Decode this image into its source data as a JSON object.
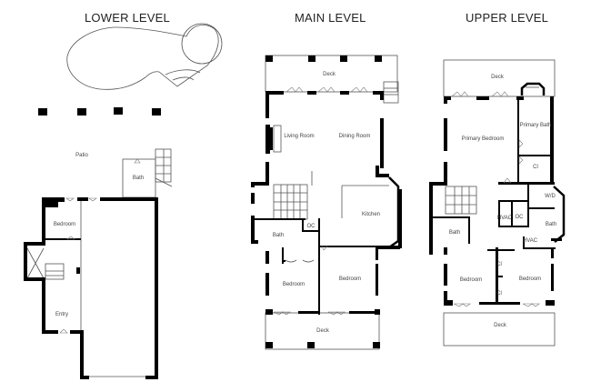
{
  "levels": {
    "lower": {
      "title": "LOWER LEVEL",
      "rooms": {
        "patio": "Patio",
        "bath": "Bath",
        "bedroom": "Bedroom",
        "entry": "Entry"
      }
    },
    "main": {
      "title": "MAIN LEVEL",
      "rooms": {
        "deck_top": "Deck",
        "living_room": "Living Room",
        "dining_room": "Dining Room",
        "kitchen": "Kitchen",
        "bath": "Bath",
        "oc": "OC",
        "bedroom_left": "Bedroom",
        "bedroom_right": "Bedroom",
        "deck_bottom": "Deck"
      }
    },
    "upper": {
      "title": "UPPER LEVEL",
      "rooms": {
        "deck_top": "Deck",
        "primary_bedroom": "Primary Bedroom",
        "primary_bath": "Primary Bath",
        "cl_top": "Cl",
        "wd": "W/D",
        "hvac_left": "HVAC",
        "oc": "OC",
        "bath_right": "Bath",
        "hvac_bottom": "HVAC",
        "bath_left": "Bath",
        "bedroom_left": "Bedroom",
        "bedroom_right": "Bedroom",
        "cl_a": "Cl",
        "cl_b": "Cl",
        "deck_bottom": "Deck"
      }
    }
  },
  "colors": {
    "wall": "#000000",
    "thin_line": "#555555",
    "background": "#ffffff"
  }
}
